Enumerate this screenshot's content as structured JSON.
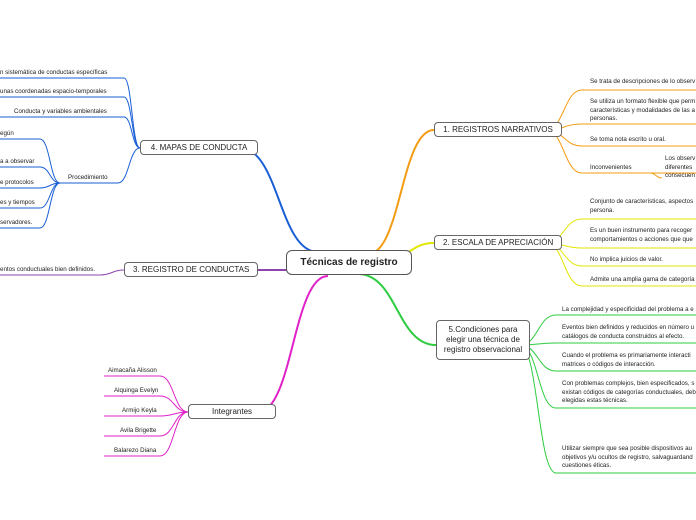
{
  "central": "Técnicas de registro",
  "branches": {
    "b1": {
      "label": "1. REGISTROS NARRATIVOS",
      "color": "#f39c12",
      "items": [
        "Se trata de descripciones de lo observ",
        "Se utiliza un formato flexible que perm características y modalidades de las a personas.",
        "Se toma nota escrito u oral.",
        "Inconvenientes",
        "Los observ diferentes consecuen"
      ]
    },
    "b2": {
      "label": "2. ESCALA DE APRECIACIÓN",
      "color": "#e3e600",
      "items": [
        "Conjunto de características, aspectos persona.",
        "Es un buen instrumento para recoger comportamientos o acciones que que",
        "No implica juicios de valor.",
        "Admite una amplia gama de categoría"
      ]
    },
    "b5": {
      "label": "5.Condiciones para elegir una técnica de registro observacional",
      "color": "#2ecc40",
      "items": [
        "La complejidad y especificidad del problema a e",
        "Eventos bien definidos y reducidos en número u catálogos de conducta construidos al efecto.",
        "Cuando el problema es primariamente interacti matrices o códigos de interacción.",
        "Con problemas complejos, bien especificados, s existan códigos de categorías conductuales, deb elegidas estas técnicas.",
        "Utilizar siempre que sea posible dispositivos au objetivos y/u ocultos de registro, salvaguardand cuestiones éticas."
      ]
    },
    "b4": {
      "label": "4. MAPAS DE CONDUCTA",
      "color": "#1a5fd6",
      "items": [
        "n sistemática de conductas específicas",
        "unas coordenadas espacio-temporales",
        "Conducta y variables ambientales",
        "Procedimiento",
        "egún",
        "a a observar",
        "e protocolos",
        "es y tiempos",
        "servadores."
      ]
    },
    "b3": {
      "label": "3. REGISTRO DE CONDUCTAS",
      "color": "#8e44ad",
      "items": [
        "entos conductuales bien definidos."
      ]
    },
    "integrantes": {
      "label": "Integrantes",
      "color": "#e020c8",
      "items": [
        "Aimacaña Alisson",
        "Alquinga Evelyn",
        "Armijo Keyla",
        "Avila Brigette",
        "Balarezo Diana"
      ]
    }
  }
}
